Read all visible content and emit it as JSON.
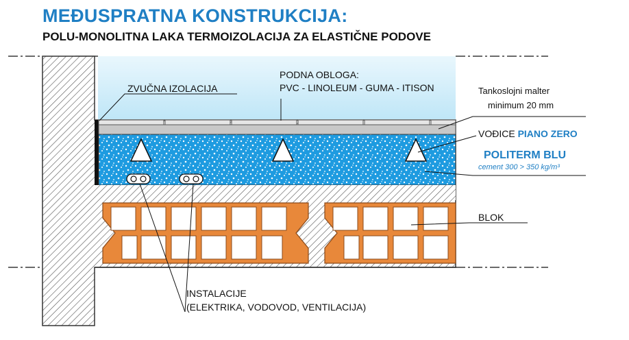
{
  "title": "MEĐUSPRATNA KONSTRUKCIJA:",
  "subtitle": "POLU-MONOLITNA LAKA TERMOIZOLACIJA ZA ELASTIČNE PODOVE",
  "labels": {
    "podna_obloga_1": "PODNA OBLOGA:",
    "podna_obloga_2": "PVC - LINOLEUM - GUMA - ITISON",
    "zvucna": "ZVUČNA IZOLACIJA",
    "malter_1": "Tankoslojni malter",
    "malter_2": "minimum 20 mm",
    "vodice_prefix": "VOĐICE ",
    "vodice_brand": "PIANO ZERO",
    "politerm": "POLITERM BLU",
    "cement": "cement 300 > 350 kg/m³",
    "blok": "BLOK",
    "instalacije_1": "INSTALACIJE",
    "instalacije_2": "(ELEKTRIKA, VODOVOD, VENTILACIJA)"
  },
  "colors": {
    "title_blue": "#1f7fc4",
    "foam_blue": "#1e9be0",
    "brick_orange": "#e8883a",
    "sky_blue": "#dff2fa",
    "screed_gray": "#c8c8c8"
  }
}
